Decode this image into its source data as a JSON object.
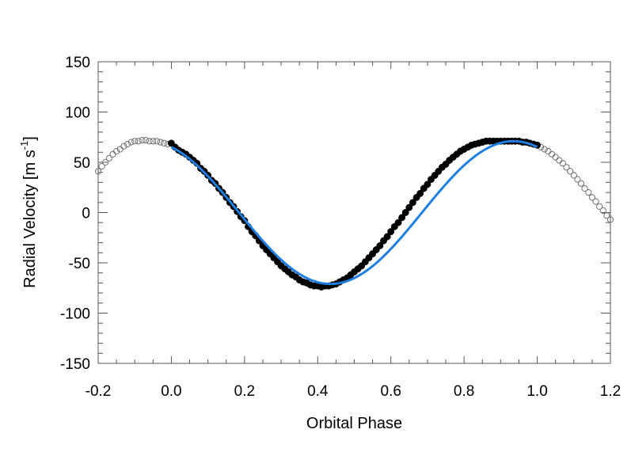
{
  "chart_data": {
    "type": "scatter",
    "title": "",
    "xlabel": "Orbital Phase",
    "ylabel_main": "Radial Velocity [m s",
    "ylabel_sup": "-1",
    "ylabel_close": "]",
    "xlim": [
      -0.2,
      1.2
    ],
    "ylim": [
      -150,
      150
    ],
    "xticks": [
      "-0.2",
      "0.0",
      "0.2",
      "0.4",
      "0.6",
      "0.8",
      "1.0",
      "1.2"
    ],
    "yticks": [
      "150",
      "100",
      "50",
      "0",
      "-50",
      "-100",
      "-150"
    ],
    "grid": false,
    "legend": "none",
    "model": {
      "description_values": "sinusoidal orbit model",
      "semi_amplitude": 71,
      "phase_of_max": 0.935,
      "x_range": [
        0.0,
        1.0
      ],
      "color": "#1e7fe0"
    },
    "series": [
      {
        "marker": "filled-circle",
        "color": "#000000",
        "x_range": [
          0.0,
          1.0
        ],
        "points": [
          [
            0.0,
            69
          ],
          [
            0.01,
            65
          ],
          [
            0.02,
            62
          ],
          [
            0.03,
            60
          ],
          [
            0.04,
            58
          ],
          [
            0.05,
            55
          ],
          [
            0.06,
            52
          ],
          [
            0.07,
            49
          ],
          [
            0.08,
            44
          ],
          [
            0.09,
            41
          ],
          [
            0.1,
            37
          ],
          [
            0.11,
            32
          ],
          [
            0.12,
            29
          ],
          [
            0.13,
            24
          ],
          [
            0.14,
            20
          ],
          [
            0.15,
            15
          ],
          [
            0.16,
            10
          ],
          [
            0.17,
            6
          ],
          [
            0.18,
            1
          ],
          [
            0.19,
            -4
          ],
          [
            0.2,
            -8
          ],
          [
            0.21,
            -14
          ],
          [
            0.22,
            -19
          ],
          [
            0.23,
            -23
          ],
          [
            0.24,
            -28
          ],
          [
            0.25,
            -33
          ],
          [
            0.26,
            -37
          ],
          [
            0.27,
            -41
          ],
          [
            0.28,
            -45
          ],
          [
            0.29,
            -49
          ],
          [
            0.3,
            -53
          ],
          [
            0.31,
            -56
          ],
          [
            0.32,
            -59
          ],
          [
            0.33,
            -62
          ],
          [
            0.34,
            -64
          ],
          [
            0.35,
            -67
          ],
          [
            0.36,
            -69
          ],
          [
            0.37,
            -70
          ],
          [
            0.38,
            -72
          ],
          [
            0.39,
            -73
          ],
          [
            0.4,
            -73
          ],
          [
            0.41,
            -74
          ],
          [
            0.42,
            -73
          ],
          [
            0.43,
            -73
          ],
          [
            0.44,
            -72
          ],
          [
            0.45,
            -71
          ],
          [
            0.46,
            -69
          ],
          [
            0.47,
            -67
          ],
          [
            0.48,
            -65
          ],
          [
            0.49,
            -62
          ],
          [
            0.5,
            -59
          ],
          [
            0.51,
            -56
          ],
          [
            0.52,
            -53
          ],
          [
            0.53,
            -49
          ],
          [
            0.54,
            -45
          ],
          [
            0.55,
            -41
          ],
          [
            0.56,
            -37
          ],
          [
            0.57,
            -33
          ],
          [
            0.58,
            -28
          ],
          [
            0.59,
            -24
          ],
          [
            0.6,
            -19
          ],
          [
            0.61,
            -14
          ],
          [
            0.62,
            -10
          ],
          [
            0.63,
            -5
          ],
          [
            0.64,
            0
          ],
          [
            0.65,
            5
          ],
          [
            0.66,
            10
          ],
          [
            0.67,
            15
          ],
          [
            0.68,
            19
          ],
          [
            0.69,
            24
          ],
          [
            0.7,
            28
          ],
          [
            0.71,
            33
          ],
          [
            0.72,
            37
          ],
          [
            0.73,
            41
          ],
          [
            0.74,
            45
          ],
          [
            0.75,
            48
          ],
          [
            0.76,
            52
          ],
          [
            0.77,
            55
          ],
          [
            0.78,
            58
          ],
          [
            0.79,
            61
          ],
          [
            0.8,
            63
          ],
          [
            0.81,
            65
          ],
          [
            0.82,
            67
          ],
          [
            0.83,
            68
          ],
          [
            0.84,
            69
          ],
          [
            0.85,
            70
          ],
          [
            0.86,
            71
          ],
          [
            0.87,
            71
          ],
          [
            0.88,
            71
          ],
          [
            0.89,
            71
          ],
          [
            0.9,
            71
          ],
          [
            0.91,
            71
          ],
          [
            0.92,
            71
          ],
          [
            0.93,
            71
          ],
          [
            0.94,
            71
          ],
          [
            0.95,
            71
          ],
          [
            0.96,
            70
          ],
          [
            0.97,
            70
          ],
          [
            0.98,
            69
          ],
          [
            0.99,
            68
          ],
          [
            1.0,
            67
          ]
        ]
      },
      {
        "marker": "open-circle",
        "color": "#707070",
        "x_range": [
          -0.2,
          0.0
        ],
        "points": [
          [
            -0.2,
            41
          ],
          [
            -0.19,
            46
          ],
          [
            -0.18,
            50
          ],
          [
            -0.17,
            54
          ],
          [
            -0.16,
            58
          ],
          [
            -0.15,
            61
          ],
          [
            -0.14,
            63
          ],
          [
            -0.13,
            66
          ],
          [
            -0.12,
            68
          ],
          [
            -0.11,
            70
          ],
          [
            -0.1,
            71
          ],
          [
            -0.09,
            71
          ],
          [
            -0.08,
            72
          ],
          [
            -0.07,
            72
          ],
          [
            -0.06,
            71
          ],
          [
            -0.05,
            71
          ],
          [
            -0.04,
            71
          ],
          [
            -0.03,
            70
          ],
          [
            -0.02,
            69
          ],
          [
            -0.01,
            68
          ]
        ]
      },
      {
        "marker": "open-circle",
        "color": "#707070",
        "x_range": [
          1.0,
          1.2
        ],
        "points": [
          [
            1.0,
            67
          ],
          [
            1.01,
            65
          ],
          [
            1.02,
            63
          ],
          [
            1.03,
            61
          ],
          [
            1.04,
            58
          ],
          [
            1.05,
            55
          ],
          [
            1.06,
            52
          ],
          [
            1.07,
            49
          ],
          [
            1.08,
            45
          ],
          [
            1.09,
            41
          ],
          [
            1.1,
            37
          ],
          [
            1.11,
            33
          ],
          [
            1.12,
            29
          ],
          [
            1.13,
            24
          ],
          [
            1.14,
            20
          ],
          [
            1.15,
            15
          ],
          [
            1.16,
            11
          ],
          [
            1.17,
            6
          ],
          [
            1.18,
            2
          ],
          [
            1.19,
            -3
          ],
          [
            1.2,
            -7
          ]
        ]
      }
    ]
  }
}
